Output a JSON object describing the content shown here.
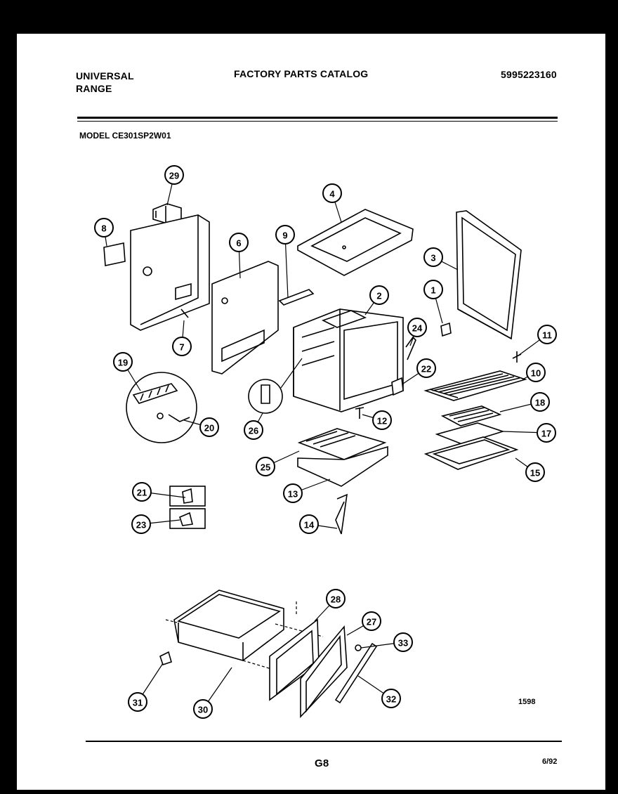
{
  "header": {
    "brand_line1": "UNIVERSAL",
    "brand_line2": "RANGE",
    "catalog_title": "FACTORY PARTS CATALOG",
    "catalog_number": "5995223160",
    "model": "MODEL CE301SP2W01"
  },
  "footer": {
    "figure_code": "1598",
    "page": "G8",
    "date": "6/92"
  },
  "callouts": [
    "29",
    "8",
    "4",
    "6",
    "9",
    "3",
    "1",
    "2",
    "24",
    "11",
    "7",
    "19",
    "22",
    "10",
    "26",
    "12",
    "18",
    "20",
    "17",
    "25",
    "15",
    "13",
    "21",
    "23",
    "14",
    "28",
    "27",
    "33",
    "31",
    "30",
    "32"
  ]
}
